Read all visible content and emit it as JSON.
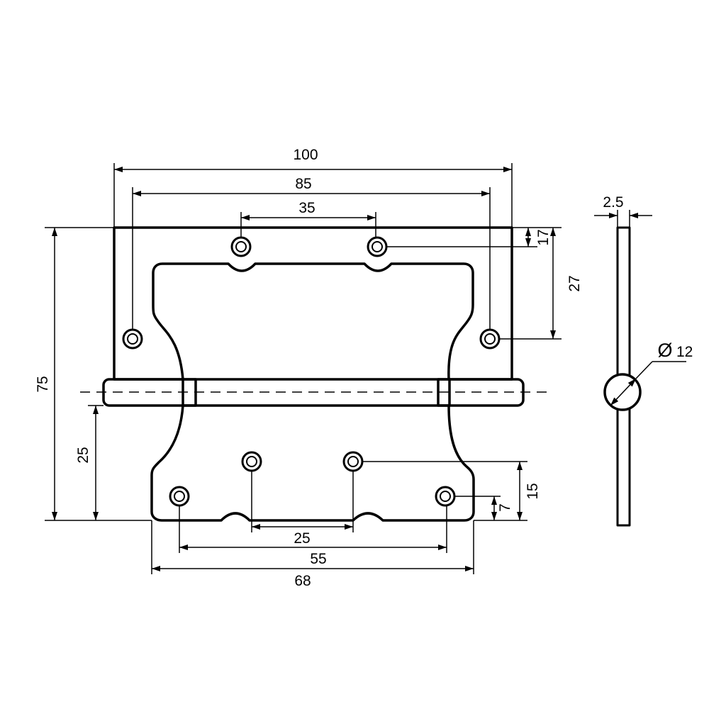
{
  "dimensions": {
    "overall_width": "100",
    "top_hole_spacing_outer": "85",
    "top_hole_spacing_inner": "35",
    "overall_height": "75",
    "top_hole_offset_small": "17",
    "top_hole_offset_large": "27",
    "lower_leaf_height": "25",
    "bottom_hole_offset_large": "15",
    "bottom_hole_offset_small": "7",
    "bottom_hole_spacing_inner": "25",
    "bottom_hole_spacing_outer": "55",
    "lower_leaf_width": "68",
    "plate_thickness": "2.5",
    "knuckle_diameter": "12",
    "diameter_symbol": "Ø"
  }
}
